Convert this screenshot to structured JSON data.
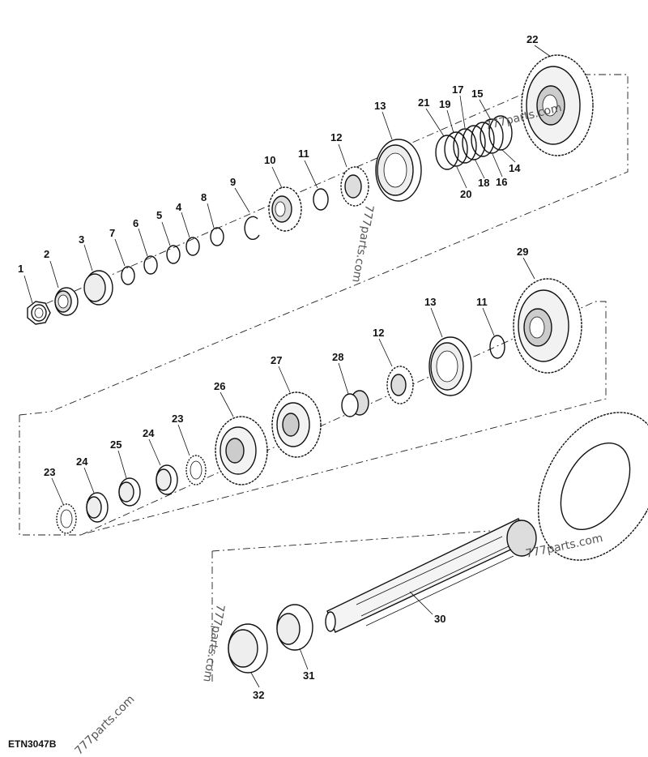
{
  "figure": {
    "code": "ETN3047B",
    "watermark": "777parts.com"
  },
  "callouts": [
    {
      "num": "1"
    },
    {
      "num": "2"
    },
    {
      "num": "3"
    },
    {
      "num": "7"
    },
    {
      "num": "6"
    },
    {
      "num": "5"
    },
    {
      "num": "4"
    },
    {
      "num": "8"
    },
    {
      "num": "9"
    },
    {
      "num": "10"
    },
    {
      "num": "11"
    },
    {
      "num": "12"
    },
    {
      "num": "13"
    },
    {
      "num": "21"
    },
    {
      "num": "19"
    },
    {
      "num": "17"
    },
    {
      "num": "15"
    },
    {
      "num": "22"
    },
    {
      "num": "20"
    },
    {
      "num": "18"
    },
    {
      "num": "16"
    },
    {
      "num": "14"
    },
    {
      "num": "29"
    },
    {
      "num": "13"
    },
    {
      "num": "11"
    },
    {
      "num": "12"
    },
    {
      "num": "28"
    },
    {
      "num": "27"
    },
    {
      "num": "26"
    },
    {
      "num": "23"
    },
    {
      "num": "24"
    },
    {
      "num": "25"
    },
    {
      "num": "24"
    },
    {
      "num": "23"
    },
    {
      "num": "30"
    },
    {
      "num": "31"
    },
    {
      "num": "32"
    }
  ]
}
